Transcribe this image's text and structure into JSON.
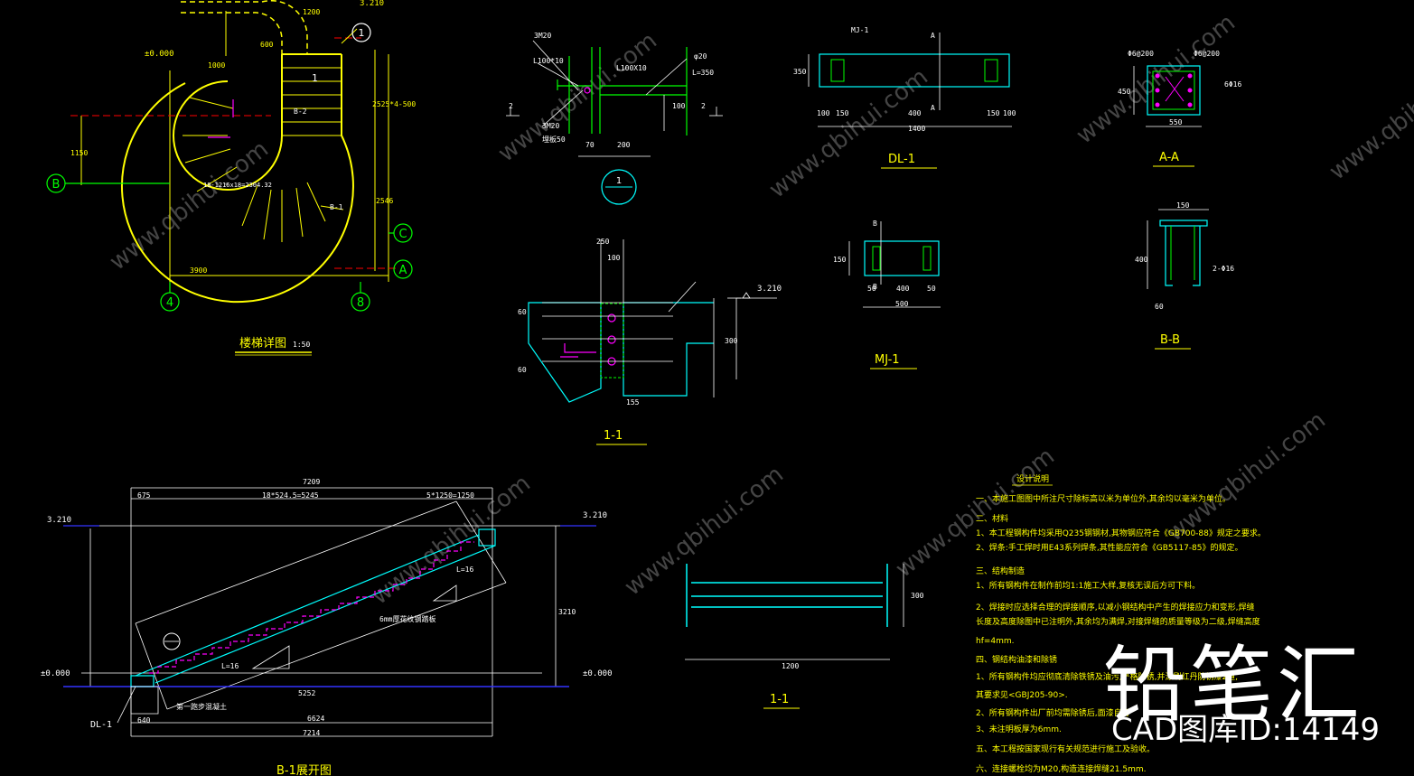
{
  "watermark": {
    "brand": "铅笔汇",
    "id": "CAD图库ID:14149",
    "site": "www.qbihui.com"
  },
  "titles": {
    "stair_plan": "楼梯详图",
    "stair_plan_scale": "1:50",
    "section_1_1": "1-1",
    "section_1_1_lower": "1-1",
    "dl1": "DL-1",
    "mj1": "MJ-1",
    "aa": "A-A",
    "bb": "B-B",
    "b1": "B-1展开图"
  },
  "axes": {
    "b": "B",
    "c": "C",
    "a": "A",
    "n4": "4",
    "n8": "8",
    "circle1": "1"
  },
  "plan": {
    "elev_top": "3.210",
    "elev_left": "±0.000",
    "dim_bottom": "3900",
    "dim_1200": "1200",
    "dim_600": "600",
    "dim_1000": "1000",
    "dim_1150": "1150",
    "dim_2546": "2546",
    "dim_2811": "2525*4-500",
    "label_b1": "B-1",
    "label_b2": "B-2",
    "label_1": "1",
    "label_step": "18-1216x18=2304.32"
  },
  "detail1": {
    "bolt_top": "3M20",
    "angle": "L100*10",
    "angle2": "L100X10",
    "bolt_phi": "φ20",
    "len": "L=350",
    "bolt_bot": "3M20",
    "plate": "埋板50",
    "d70": "70",
    "d200": "200",
    "d100": "100",
    "n2": "2"
  },
  "dl1": {
    "top": "MJ-1",
    "a": "A",
    "d1400": "1400",
    "d350": "350",
    "d100": "100",
    "d150": "150",
    "d400": "400"
  },
  "aa": {
    "top_l": "Φ6@200",
    "top_r": "Φ6@200",
    "side": "6Φ16",
    "d550": "550",
    "d450": "450"
  },
  "mj1": {
    "b": "B",
    "d500": "500",
    "d50": "50",
    "d400": "400",
    "d150": "150"
  },
  "bb": {
    "d150": "150",
    "d400": "400",
    "rebar": "2-Φ16",
    "d60": "60"
  },
  "sec11": {
    "elev": "3.210",
    "d250": "250",
    "d100": "100",
    "d300": "300",
    "d155": "155",
    "d60": "60"
  },
  "b1dev": {
    "elev_l": "3.210",
    "elev_r": "3.210",
    "zero_l": "±0.000",
    "zero_r": "±0.000",
    "d7209": "7209",
    "d675": "675",
    "d5245": "18*524.5=5245",
    "d5250": "5*1250=1250",
    "d6624": "6624",
    "d7214": "7214",
    "d640": "640",
    "d5252": "5252",
    "d3210": "3210",
    "dl1": "DL-1",
    "note": "6mm厚花纹钢踏板",
    "first": "第一跑步混凝土",
    "l1": "L=16",
    "l2": "L=16"
  },
  "notes": {
    "title": "设计说明",
    "lines": [
      "一、本施工图图中所注尺寸除标高以米为单位外,其余均以毫米为单位。",
      "二、材料",
      "  1、本工程钢构件均采用Q235钢钢材,其物钢应符合《GB700-88》规定之要求。",
      "  2、焊条:手工焊时用E43系列焊条,其性能应符合《GB5117-85》的规定。",
      "三、结构制造",
      "  1、所有钢构件在制作前均1:1施工大样,复核无误后方可下料。",
      "  2、焊接时应选择合理的焊接顺序,以减小钢结构中产生的焊接应力和变形,焊缝",
      "     长度及高度除图中已注明外,其余均为满焊,对接焊缝的质量等级为二级,焊缝高度",
      "     hf=4mm.",
      "四、钢结构油漆和除锈",
      "  1、所有钢构件均应彻底清除铁锈及油污,严格除锈,并涂刷红丹防锈漆2道,",
      "     其要求见<GBJ205-90>.",
      "  2、所有钢构件出厂前均需除锈后,面漆自行",
      "  3、未注明板厚为6mm.",
      "五、本工程按国家现行有关规范进行施工及验收。",
      "六、连接螺栓均为M20,构造连接焊缝21.5mm."
    ]
  },
  "colors": {
    "bg": "#000000",
    "yellow": "#ffff00",
    "green": "#00ff00",
    "cyan": "#00ffff",
    "magenta": "#ff00ff",
    "red": "#ff0000",
    "white": "#ffffff",
    "blue": "#3333ff"
  }
}
